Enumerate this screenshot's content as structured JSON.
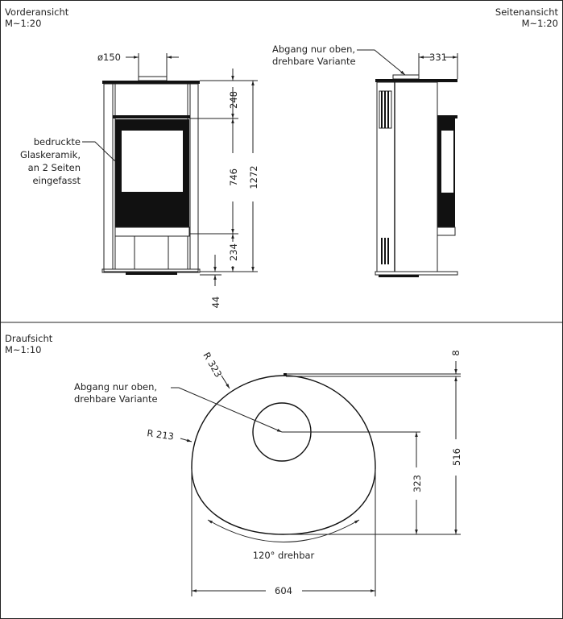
{
  "front_view": {
    "title": "Vorderansicht",
    "scale": "M~1:20",
    "flue_diameter": "ø150",
    "glass_note": [
      "bedruckte",
      "Glaskeramik,",
      "an 2 Seiten",
      "eingefasst"
    ],
    "dims": {
      "top": "248",
      "middle": "746",
      "bottom": "234",
      "total": "1272",
      "feet": "44"
    }
  },
  "side_view": {
    "title": "Seitenansicht",
    "scale": "M~1:20",
    "outlet_note": [
      "Abgang nur oben,",
      "drehbare Variante"
    ],
    "dim_depth": "331"
  },
  "top_view": {
    "title": "Draufsicht",
    "scale": "M~1:10",
    "outlet_note": [
      "Abgang nur oben,",
      "drehbare Variante"
    ],
    "radius_large": "R 323",
    "radius_small": "R 213",
    "dim_offset": "8",
    "dim_depth": "516",
    "dim_center": "323",
    "dim_width": "604",
    "rotation": "120° drehbar"
  },
  "colors": {
    "line": "#222222",
    "background": "#ffffff"
  }
}
